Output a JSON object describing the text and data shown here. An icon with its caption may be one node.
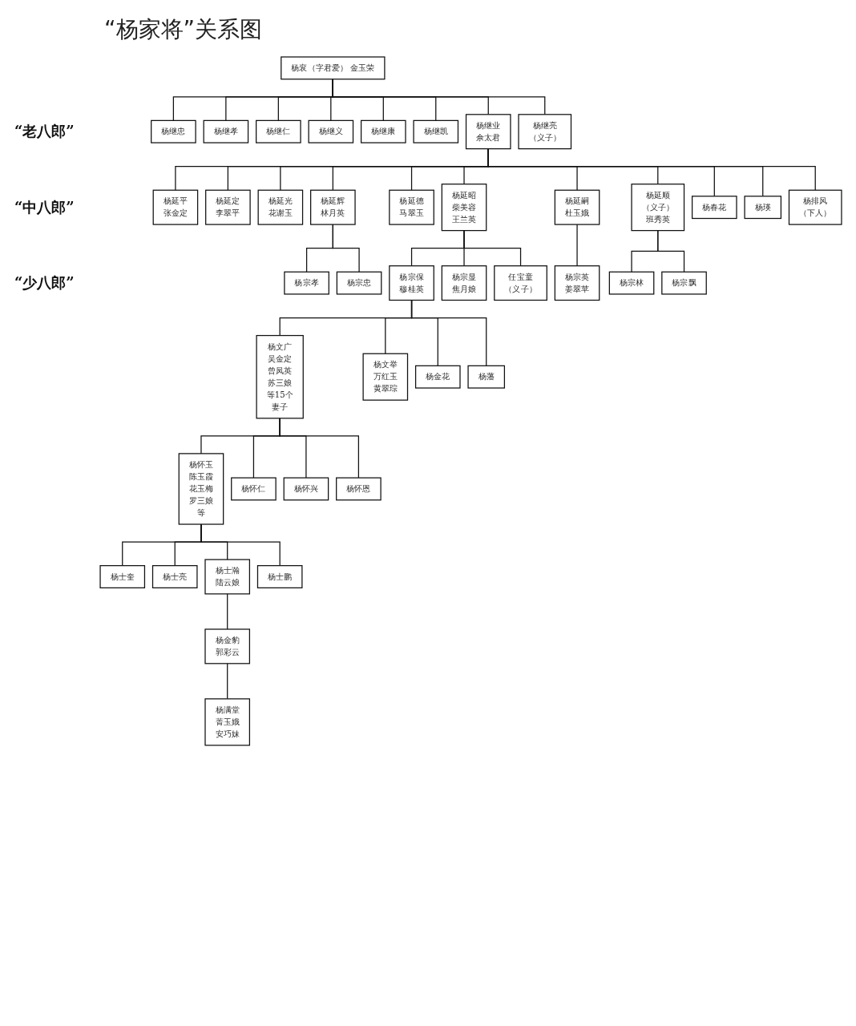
{
  "diagram": {
    "title": "“杨家将”关系图",
    "nodes": [
      {
        "text": [
          "杨衮（字君爱）",
          "金玉荣"
        ]
      },
      {
        "text": [
          "杨继忠"
        ]
      },
      {
        "text": [
          "杨继孝"
        ]
      },
      {
        "text": [
          "杨继仁"
        ]
      },
      {
        "text": [
          "杨继义"
        ]
      },
      {
        "text": [
          "杨继康"
        ]
      },
      {
        "text": [
          "杨继凯"
        ]
      },
      {
        "text": [
          "杨继业",
          "佘太君"
        ]
      },
      {
        "text": [
          "杨继亮",
          "（义子）"
        ]
      },
      {
        "text": [
          "杨延平",
          "张金定"
        ]
      },
      {
        "text": [
          "杨延定",
          "李翠平"
        ]
      },
      {
        "text": [
          "杨延光",
          "花谢玉"
        ]
      },
      {
        "text": [
          "杨延辉",
          "林月英"
        ]
      },
      {
        "text": [
          "杨延德",
          "马翠玉"
        ]
      },
      {
        "text": [
          "杨延昭",
          "柴美容",
          "王兰英"
        ]
      },
      {
        "text": [
          "杨延嗣",
          "杜玉娥"
        ]
      },
      {
        "text": [
          "杨延顺",
          "（义子）",
          "班秀英"
        ]
      },
      {
        "text": [
          "杨春花"
        ]
      },
      {
        "text": [
          "杨瑛"
        ]
      },
      {
        "text": [
          "杨排风",
          "（下人）"
        ]
      },
      {
        "text": [
          "杨宗孝"
        ]
      },
      {
        "text": [
          "杨宗忠"
        ]
      },
      {
        "text": [
          "杨宗保",
          "穆桂英"
        ]
      },
      {
        "text": [
          "杨宗显",
          "焦月娘"
        ]
      },
      {
        "text": [
          "任宝童",
          "（义子）"
        ]
      },
      {
        "text": [
          "杨宗英",
          "姜翠苹"
        ]
      },
      {
        "text": [
          "杨宗林"
        ]
      },
      {
        "text": [
          "杨宗飘"
        ]
      },
      {
        "text": [
          "杨文广",
          "吴金定",
          "曾凤英",
          "苏三娘",
          "等15个",
          "妻子"
        ]
      },
      {
        "text": [
          "杨文举",
          "万红玉",
          "黄翠琮"
        ]
      },
      {
        "text": [
          "杨金花"
        ]
      },
      {
        "text": [
          "杨藩"
        ]
      },
      {
        "text": [
          "杨怀玉",
          "陈玉霞",
          "花玉梅",
          "罗三娘",
          "等"
        ]
      },
      {
        "text": [
          "杨怀仁"
        ]
      },
      {
        "text": [
          "杨怀兴"
        ]
      },
      {
        "text": [
          "杨怀恩"
        ]
      },
      {
        "text": [
          "杨士奎"
        ]
      },
      {
        "text": [
          "杨士亮"
        ]
      },
      {
        "text": [
          "杨士瀚",
          "陆云娘"
        ]
      },
      {
        "text": [
          "杨士鹏"
        ]
      },
      {
        "text": [
          "杨金豹",
          "郭彩云"
        ]
      },
      {
        "text": [
          "杨满堂",
          "菁玉娥",
          "安巧妹"
        ]
      }
    ],
    "edges": [
      {
        "from": 0,
        "to": 1,
        "arrow": "none"
      },
      {
        "from": 0,
        "to": 2,
        "arrow": "none"
      },
      {
        "from": 0,
        "to": 3,
        "arrow": "none"
      },
      {
        "from": 0,
        "to": 4,
        "arrow": "none"
      },
      {
        "from": 0,
        "to": 5,
        "arrow": "none"
      },
      {
        "from": 0,
        "to": 6,
        "arrow": "none"
      },
      {
        "from": 0,
        "to": 7,
        "arrow": "none"
      },
      {
        "from": 0,
        "to": 8,
        "arrow": "none"
      },
      {
        "from": 7,
        "to": 9,
        "arrow": "none"
      },
      {
        "from": 7,
        "to": 10,
        "arrow": "none"
      },
      {
        "from": 7,
        "to": 11,
        "arrow": "none"
      },
      {
        "from": 7,
        "to": 12,
        "arrow": "none"
      },
      {
        "from": 7,
        "to": 13,
        "arrow": "none"
      },
      {
        "from": 7,
        "to": 14,
        "arrow": "none"
      },
      {
        "from": 7,
        "to": 15,
        "arrow": "none"
      },
      {
        "from": 7,
        "to": 16,
        "arrow": "none"
      },
      {
        "from": 7,
        "to": 17,
        "arrow": "none"
      },
      {
        "from": 7,
        "to": 18,
        "arrow": "none"
      },
      {
        "from": 7,
        "to": 19,
        "arrow": "none"
      },
      {
        "from": 12,
        "to": 20,
        "arrow": "none"
      },
      {
        "from": 12,
        "to": 21,
        "arrow": "none"
      },
      {
        "from": 14,
        "to": 22,
        "arrow": "none"
      },
      {
        "from": 14,
        "to": 23,
        "arrow": "none"
      },
      {
        "from": 14,
        "to": 24,
        "arrow": "none"
      },
      {
        "from": 15,
        "to": 25,
        "arrow": "none"
      },
      {
        "from": 16,
        "to": 26,
        "arrow": "none"
      },
      {
        "from": 16,
        "to": 27,
        "arrow": "none"
      },
      {
        "from": 22,
        "to": 28,
        "arrow": "none"
      },
      {
        "from": 22,
        "to": 29,
        "arrow": "none"
      },
      {
        "from": 22,
        "to": 30,
        "arrow": "none"
      },
      {
        "from": 22,
        "to": 31,
        "arrow": "none"
      },
      {
        "from": 28,
        "to": 32,
        "arrow": "none"
      },
      {
        "from": 28,
        "to": 33,
        "arrow": "none"
      },
      {
        "from": 28,
        "to": 34,
        "arrow": "none"
      },
      {
        "from": 28,
        "to": 35,
        "arrow": "none"
      },
      {
        "from": 32,
        "to": 36,
        "arrow": "none"
      },
      {
        "from": 32,
        "to": 37,
        "arrow": "none"
      },
      {
        "from": 32,
        "to": 38,
        "arrow": "none"
      },
      {
        "from": 32,
        "to": 39,
        "arrow": "none"
      },
      {
        "from": 38,
        "to": 40,
        "arrow": "none"
      },
      {
        "from": 40,
        "to": 41,
        "arrow": "none"
      }
    ],
    "labels": [
      "“老八郎”",
      "“中八郎”",
      "“少八郎”"
    ]
  }
}
